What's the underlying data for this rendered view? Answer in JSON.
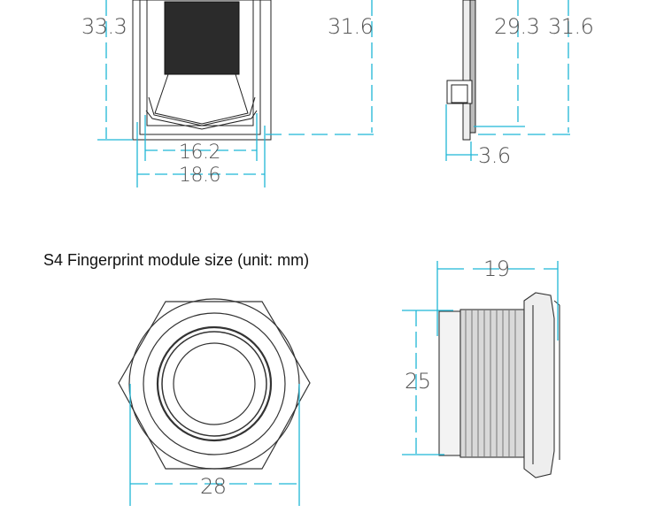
{
  "accent_color": "#1fb6d6",
  "top_drawing": {
    "front_view": {
      "height_label": "33.3",
      "right_height_label": "31.6",
      "inner_width_label": "16.2",
      "outer_width_label": "18.6"
    },
    "side_view": {
      "inner_height_label": "29.3",
      "outer_height_label": "31.6",
      "depth_label": "3.6"
    }
  },
  "section": {
    "title": "S4 Fingerprint module size (unit: mm)"
  },
  "bottom_drawing": {
    "front_view": {
      "width_label": "28"
    },
    "side_view": {
      "length_label": "19",
      "diameter_label": "25"
    }
  }
}
